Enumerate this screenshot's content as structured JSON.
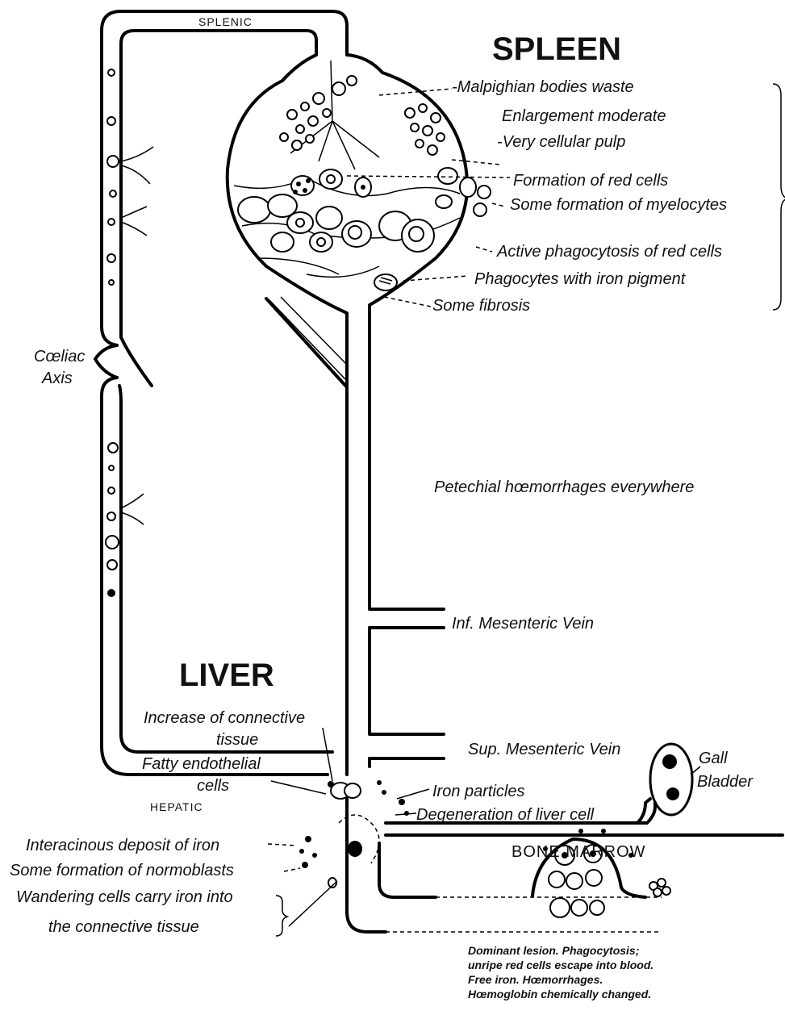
{
  "labels": {
    "splenic": "SPLENIC",
    "spleen_title": "SPLEEN",
    "liver_title": "LIVER",
    "hepatic": "HEPATIC",
    "bone_marrow": "BONE MARROW",
    "coeliac_1": "Cœliac",
    "coeliac_2": "Axis",
    "gall_1": "Gall",
    "gall_2": "Bladder",
    "petechial": "Petechial hœmorrhages everywhere",
    "inf_mesenteric": "Inf. Mesenteric Vein",
    "sup_mesenteric": "Sup. Mesenteric Vein"
  },
  "spleen_notes": [
    "-Malpighian bodies waste",
    "Enlargement moderate",
    "-Very cellular pulp",
    "Formation of red cells",
    "Some formation of myelocytes",
    "Active phagocytosis of red cells",
    "Phagocytes with iron pigment",
    "Some fibrosis"
  ],
  "liver_notes": {
    "increase_1": "Increase of connective",
    "increase_2": "tissue",
    "fatty_1": "Fatty endothelial",
    "fatty_2": "cells",
    "iron_particles": "Iron particles",
    "degeneration": "Degeneration of liver cell"
  },
  "left_notes": [
    "Interacinous deposit of iron",
    "Some formation of normoblasts",
    "Wandering cells carry iron into",
    "the connective tissue"
  ],
  "dominant_lesion": [
    "Dominant lesion. Phagocytosis;",
    "unripe red cells escape into blood.",
    "Free iron. Hœmorrhages.",
    "Hœmoglobin chemically changed."
  ]
}
